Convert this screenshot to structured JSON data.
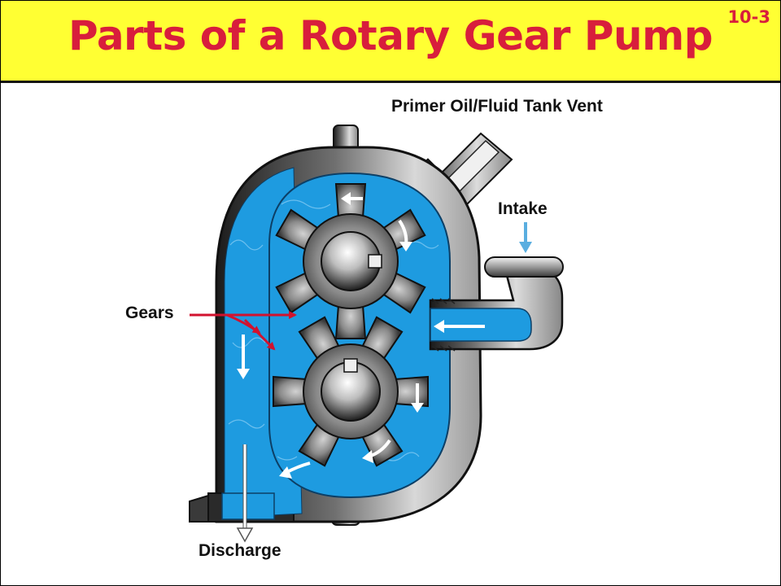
{
  "slide": {
    "title": "Parts of a Rotary Gear Pump",
    "number": "10-3"
  },
  "labels": {
    "vent": "Primer Oil/Fluid Tank Vent",
    "intake": "Intake",
    "gears": "Gears",
    "discharge": "Discharge"
  },
  "colors": {
    "header_bg": "#ffff33",
    "title_text": "#d81e3c",
    "fluid": "#1e9be0",
    "intake_arrow": "#5aaee0",
    "pointer_arrow": "#d2122e",
    "metal_dark": "#2e2e2e",
    "metal_light": "#d0d0d0"
  }
}
